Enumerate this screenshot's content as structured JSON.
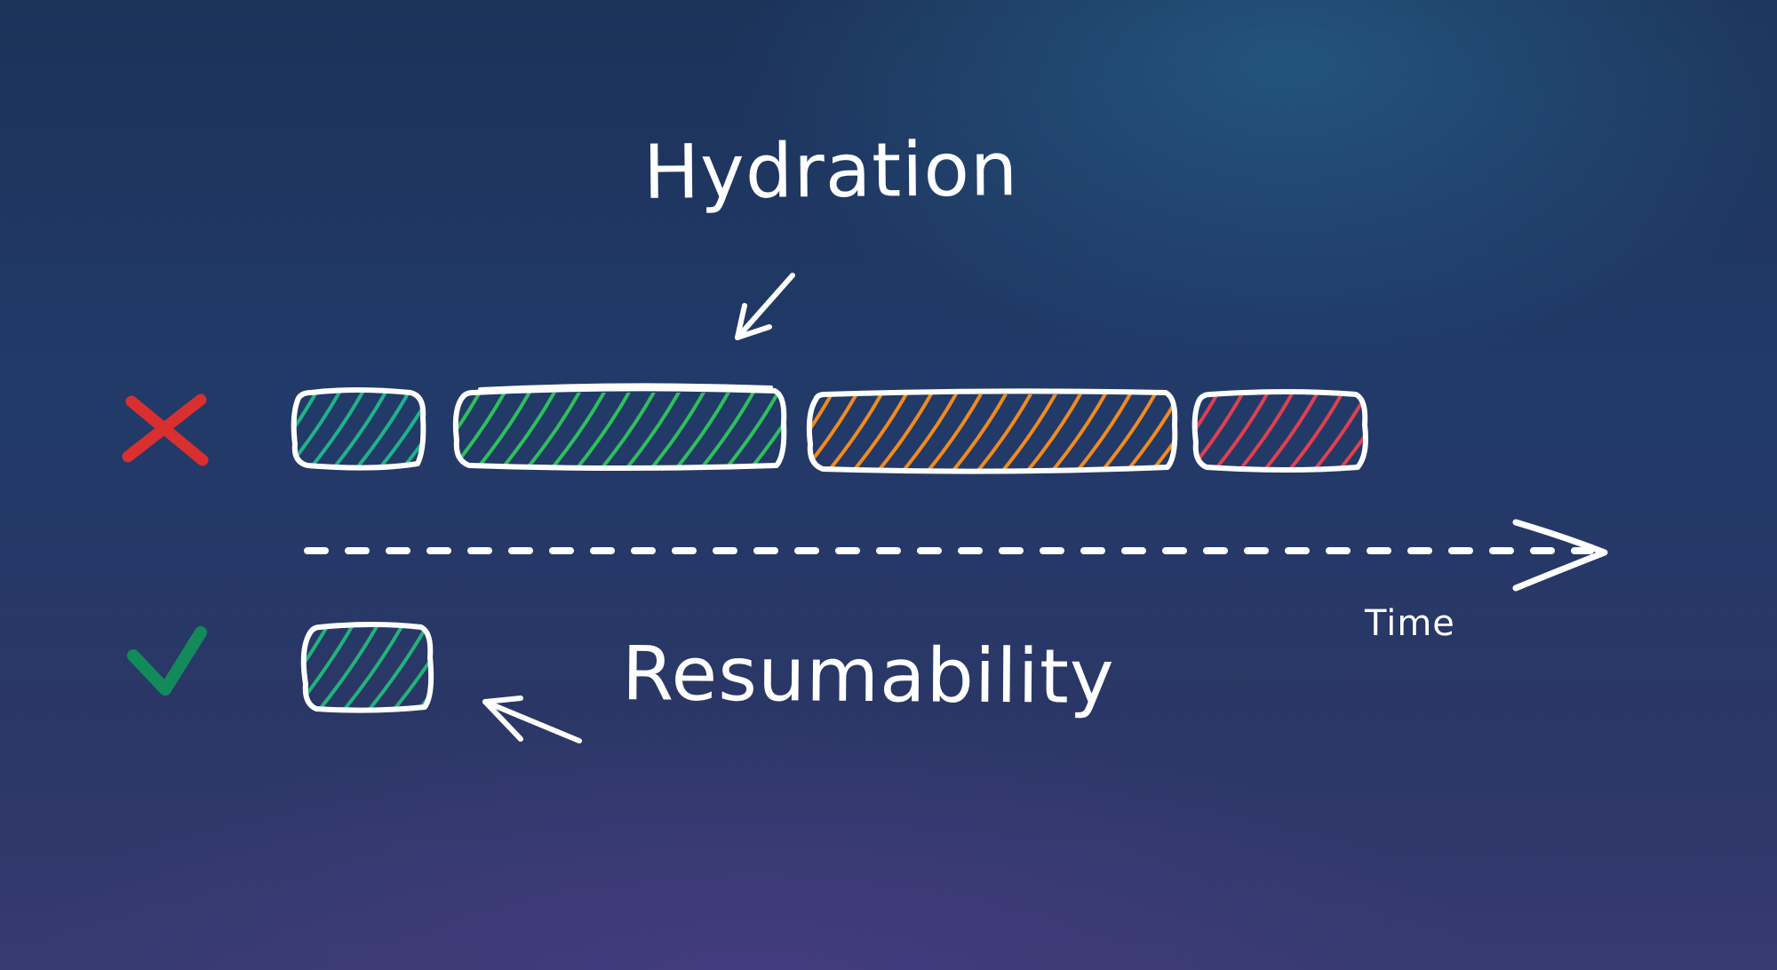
{
  "labels": {
    "hydration": "Hydration",
    "resumability": "Resumability",
    "time": "Time"
  },
  "icons": {
    "reject": "x-mark-icon",
    "accept": "check-mark-icon"
  },
  "colors": {
    "background_top": "#1c3259",
    "background_bottom": "#363a70",
    "outline": "#ffffff",
    "teal": "#1fb38a",
    "green": "#2ec05a",
    "orange": "#f28a1e",
    "red": "#e0404f",
    "cross": "#d9302f",
    "check": "#138a5a"
  }
}
